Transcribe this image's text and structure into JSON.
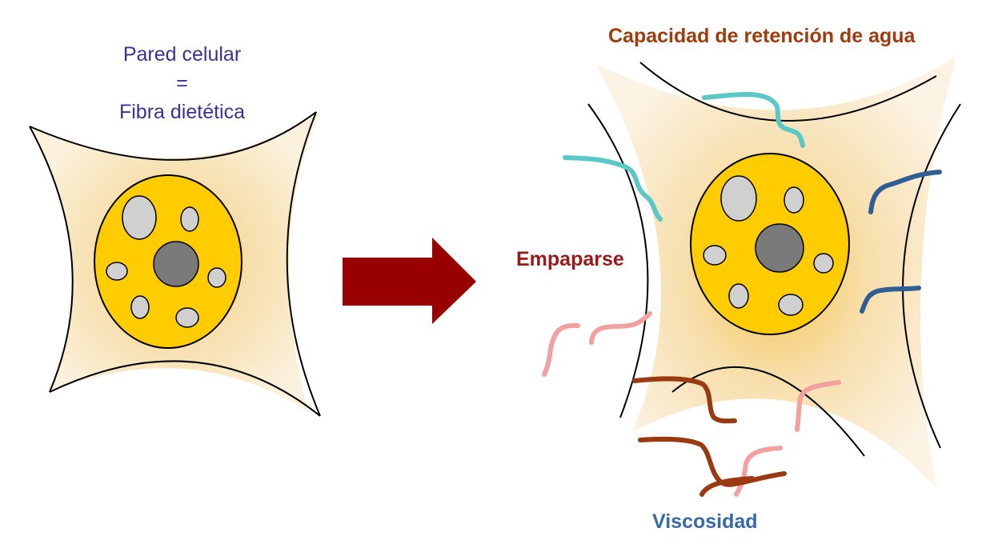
{
  "left_cell": {
    "title_line1": "Pared celular",
    "title_line2": "=",
    "title_line3": "Fibra dietética"
  },
  "right_cell": {
    "label_water_capacity": "Capacidad de retención de agua",
    "label_soak": "Empaparse",
    "label_viscosity": "Viscosidad"
  },
  "colors": {
    "cell_wall_fill": "#f7e3b5",
    "cell_wall_center": "#f9c93a",
    "nucleus_fill": "#ffcc00",
    "vacuole_fill": "#d0d0d0",
    "nucleolus_fill": "#7a7a7a",
    "arrow": "#990000",
    "fiber_cyan": "#5bc8c8",
    "fiber_blue": "#2e5e94",
    "fiber_pink": "#f5a0a0",
    "fiber_brown": "#9a3a10",
    "text_blue": "#3a3294",
    "text_orange": "#a03c0c",
    "text_red": "#991a1a",
    "text_steel": "#3569a8"
  }
}
